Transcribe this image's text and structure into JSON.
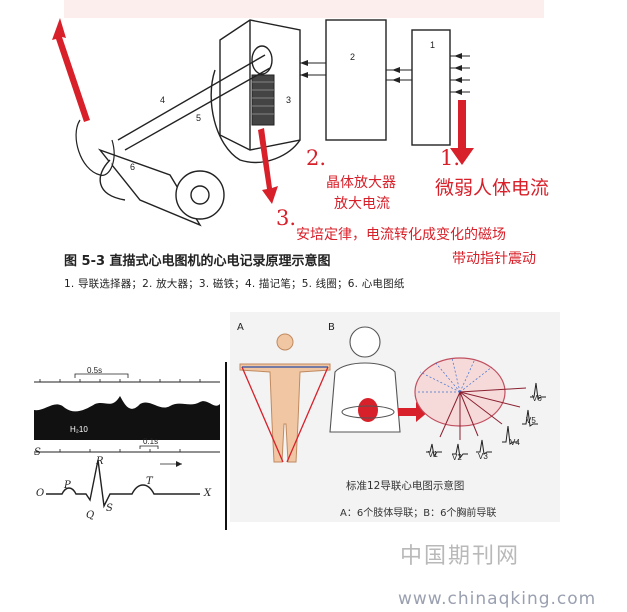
{
  "top_figure": {
    "part_numbers": [
      "1",
      "2",
      "3",
      "4",
      "5",
      "6"
    ],
    "step1_number": "1.",
    "step1_text": "微弱人体电流",
    "step2_number": "2.",
    "step2_line1": "晶体放大器",
    "step2_line2": "放大电流",
    "step3_number": "3.",
    "step3_line1": "安培定律，电流转化成变化的磁场",
    "step3_line2": "带动指针震动",
    "caption": "图 5-3   直描式心电图机的心电记录原理示意图",
    "legend": "1. 导联选择器；2. 放大器；3. 磁铁；4. 描记笔；5. 线圈；6. 心电图纸"
  },
  "ecg_figure": {
    "top_interval": "0.5s",
    "trace_label_a": "H₂",
    "trace_label_b": "H₂10",
    "bottom_interval": "0.1s",
    "axis_start": "S",
    "axis_origin": "O",
    "axis_end": "X",
    "wave_p": "P",
    "wave_r": "R",
    "wave_q": "Q",
    "wave_s": "S",
    "wave_t": "T"
  },
  "lead_figure": {
    "panel_a": "A",
    "panel_b": "B",
    "title": "标准12导联心电图示意图",
    "subtitle": "A：6个肢体导联；B：6个胸前导联",
    "chest_leads": [
      "V1",
      "V2",
      "V3",
      "V4",
      "V5",
      "V6"
    ],
    "color_red": "#d8202a",
    "color_blue": "#2a4fa8"
  },
  "watermark": {
    "cn": "中国期刊网",
    "url": "www.chinaqking.com"
  }
}
